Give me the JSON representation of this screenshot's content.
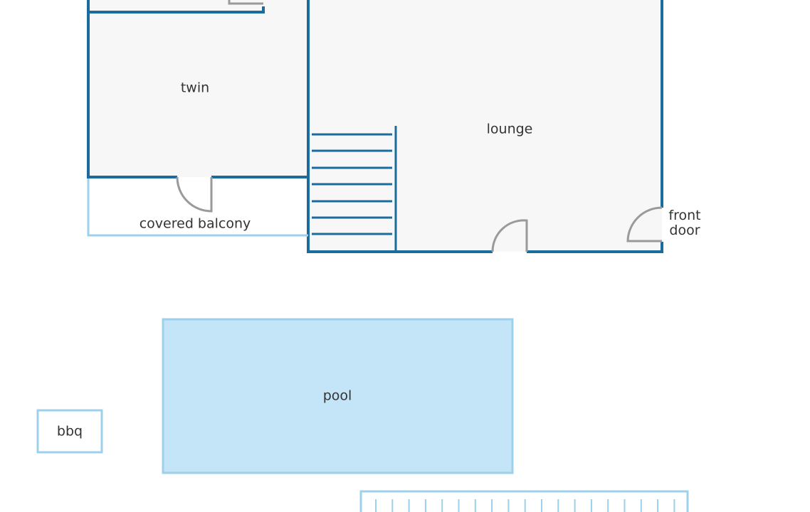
{
  "rooms": {
    "twin": "twin",
    "lounge": "lounge",
    "covered_balcony": "covered balcony",
    "front_door_line1": "front",
    "front_door_line2": "door",
    "pool": "pool",
    "bbq": "bbq"
  },
  "colors": {
    "wall": "#1b6c9c",
    "outdoor": "#9dd0ea",
    "pool_fill": "#c4e4f7",
    "floor": "#f7f7f7",
    "door": "#9a9a9a"
  }
}
